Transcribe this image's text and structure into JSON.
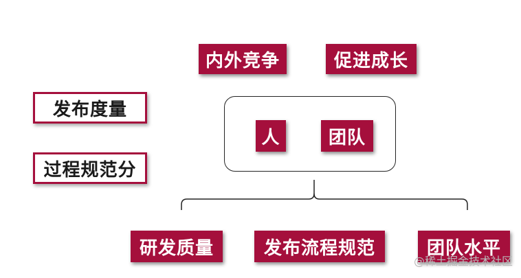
{
  "top": {
    "competition": "内外竞争",
    "growth": "促进成长"
  },
  "left": {
    "release_metric": "发布度量",
    "process_score": "过程规范分"
  },
  "center": {
    "person": "人",
    "team": "团队"
  },
  "bottom": {
    "dev_quality": "研发质量",
    "release_process": "发布流程规范",
    "team_level": "团队水平"
  },
  "watermark": "@稀土掘金技术社区",
  "colors": {
    "accent": "#a50f3c",
    "frame": "#222222"
  }
}
